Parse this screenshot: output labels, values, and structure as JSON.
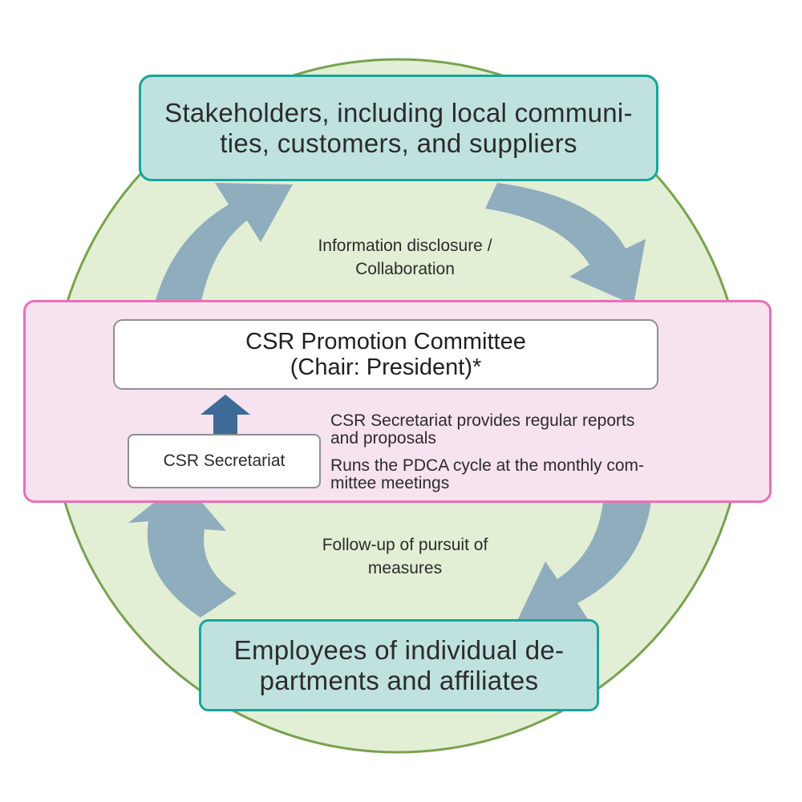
{
  "stakeholders_box": {
    "lines": [
      "Stakeholders, including local communi-",
      "ties, customers, and suppliers"
    ]
  },
  "top_arrow_label": {
    "lines": [
      "Information disclosure /",
      "Collaboration"
    ]
  },
  "committee_box": {
    "lines": [
      "CSR Promotion Committee",
      "(Chair: President)*"
    ]
  },
  "secretariat_box": {
    "label": "CSR Secretariat"
  },
  "secretariat_notes": {
    "reports": [
      "CSR Secretariat provides regular reports",
      "and proposals"
    ],
    "pdca": [
      "Runs the PDCA cycle at the monthly com-",
      "mittee meetings"
    ]
  },
  "bottom_arrow_label": {
    "lines": [
      "Follow-up of pursuit of",
      "measures"
    ]
  },
  "employees_box": {
    "lines": [
      "Employees of individual de-",
      "partments and affiliates"
    ]
  },
  "colors": {
    "circle_fill": "#e2efd5",
    "circle_stroke": "#77a24e",
    "cycle_arrow": "#8fadbd",
    "teal_box_fill": "#bfe2df",
    "teal_box_border": "#17a59b",
    "panel_fill": "#f6e3ef",
    "panel_border": "#e96fb8",
    "up_arrow": "#3d6a96"
  }
}
